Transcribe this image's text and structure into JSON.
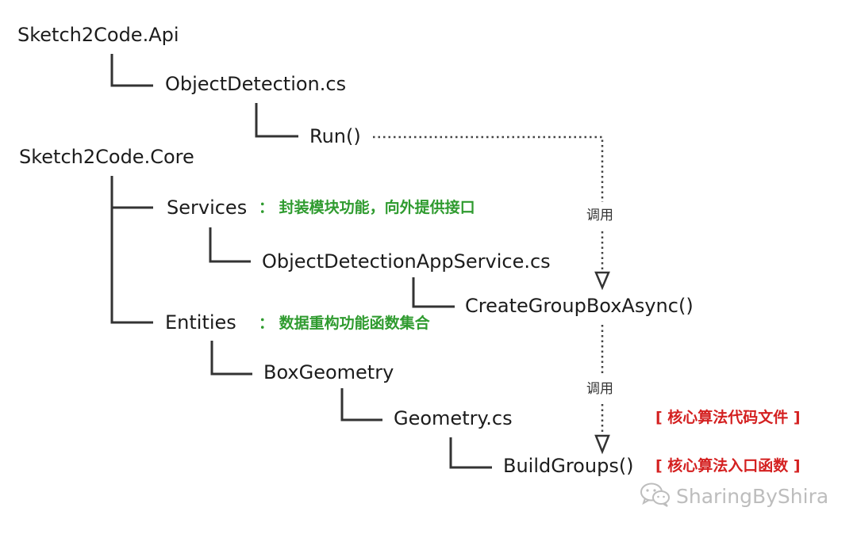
{
  "nodes": {
    "api_project": "Sketch2Code.Api",
    "object_detection_file": "ObjectDetection.cs",
    "run_method": "Run()",
    "core_project": "Sketch2Code.Core",
    "services_folder": "Services",
    "app_service_file": "ObjectDetectionAppService.cs",
    "create_group_method": "CreateGroupBoxAsync()",
    "entities_folder": "Entities",
    "box_geometry_folder": "BoxGeometry",
    "geometry_file": "Geometry.cs",
    "build_groups_method": "BuildGroups()"
  },
  "notes": {
    "services_note": "： 封装模块功能，向外提供接口",
    "entities_note": "： 数据重构功能函数集合",
    "geometry_note": "[ 核心算法代码文件 ]",
    "build_groups_note": "[ 核心算法入口函数 ]"
  },
  "edges": {
    "call_label_1": "调用",
    "call_label_2": "调用"
  },
  "colors": {
    "text": "#1c1c1c",
    "lines": "#333333",
    "green_note": "#2f9b2f",
    "red_note": "#d42020",
    "watermark": "#bdbdbd"
  },
  "watermark": {
    "icon": "wechat-icon",
    "text": "SharingByShira"
  }
}
